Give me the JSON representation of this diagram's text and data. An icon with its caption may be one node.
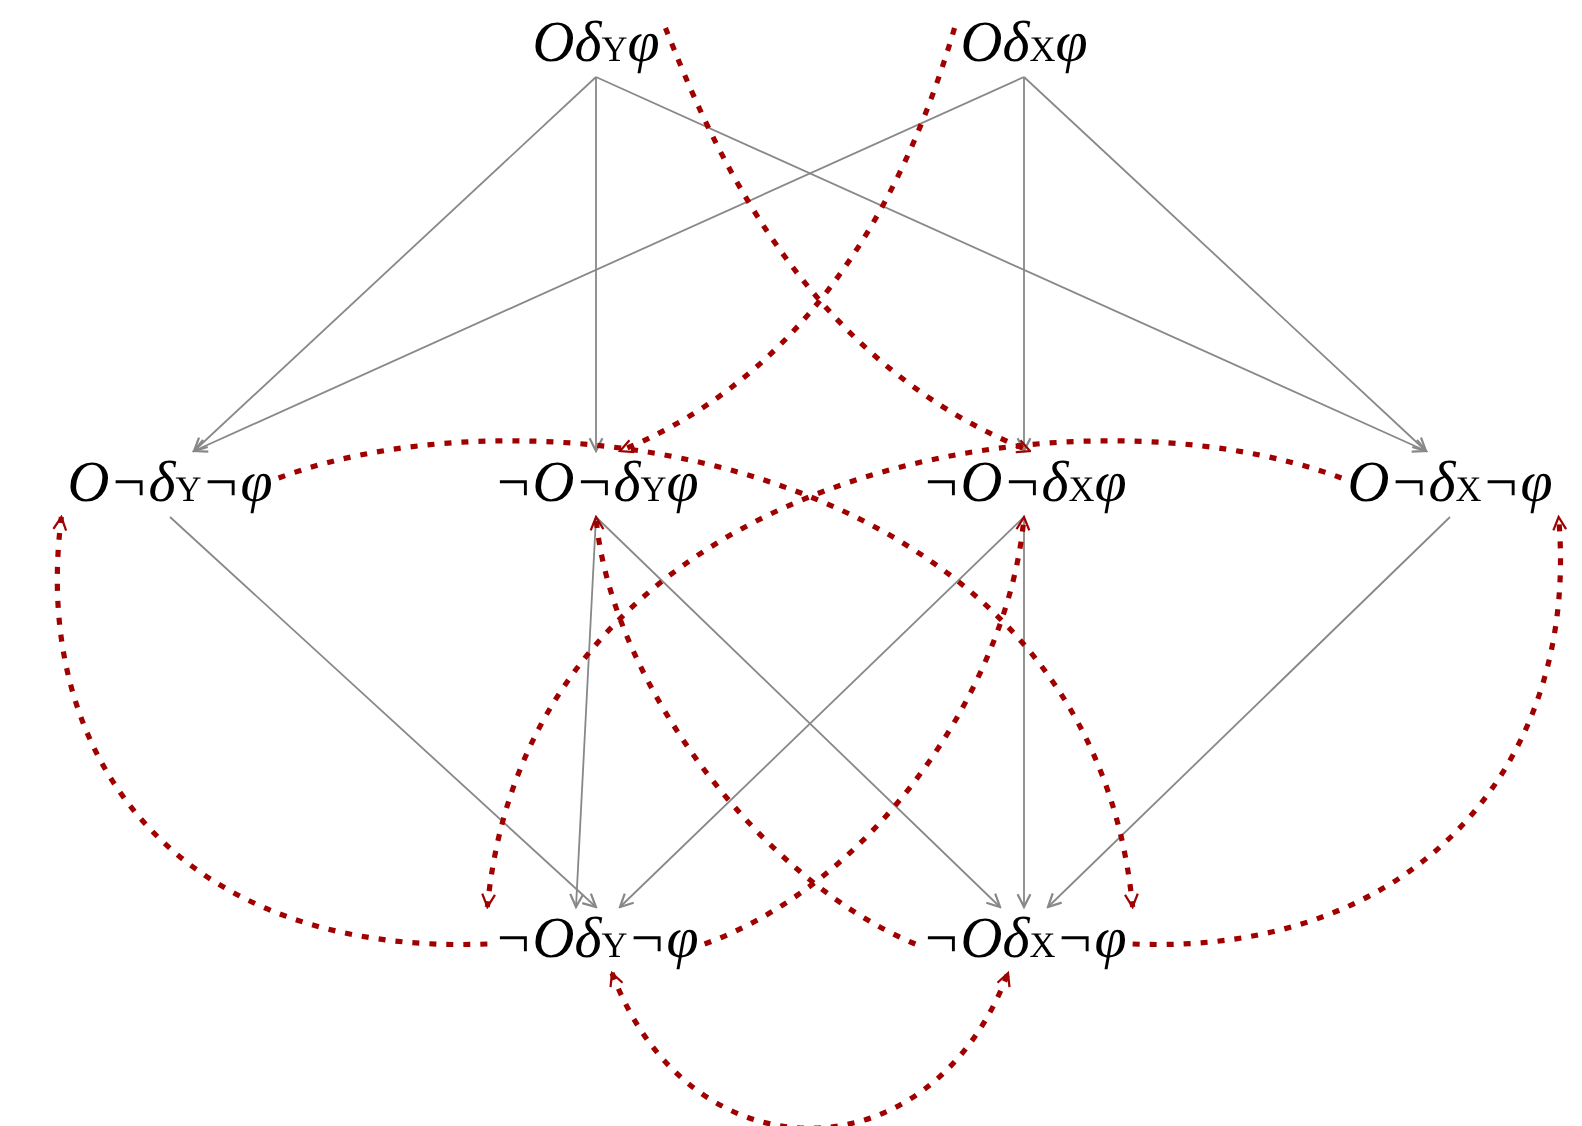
{
  "diagram": {
    "nodes": [
      {
        "text": [
          "Oδ$_{Y}$φ"
        ]
      },
      {
        "text": [
          "Oδ$_{X}$φ"
        ]
      },
      {
        "text": [
          "O¬δ$_{Y}$¬φ"
        ]
      },
      {
        "text": [
          "¬O¬δ$_{Y}$φ"
        ]
      },
      {
        "text": [
          "¬O¬δ$_{X}$φ"
        ]
      },
      {
        "text": [
          "O¬δ$_{X}$¬φ"
        ]
      },
      {
        "text": [
          "¬Oδ$_{Y}$¬φ"
        ]
      },
      {
        "text": [
          "¬Oδ$_{X}$¬φ"
        ]
      }
    ],
    "edges": [
      {
        "from": 0,
        "to": 2,
        "arrow": "to"
      },
      {
        "from": 0,
        "to": 3,
        "arrow": "to"
      },
      {
        "from": 0,
        "to": 5,
        "arrow": "to"
      },
      {
        "from": 1,
        "to": 2,
        "arrow": "to"
      },
      {
        "from": 1,
        "to": 4,
        "arrow": "to"
      },
      {
        "from": 1,
        "to": 5,
        "arrow": "to"
      },
      {
        "from": 2,
        "to": 6,
        "arrow": "to"
      },
      {
        "from": 3,
        "to": 6,
        "arrow": "to"
      },
      {
        "from": 3,
        "to": 7,
        "arrow": "to"
      },
      {
        "from": 4,
        "to": 6,
        "arrow": "to"
      },
      {
        "from": 4,
        "to": 7,
        "arrow": "to"
      },
      {
        "from": 5,
        "to": 7,
        "arrow": "to"
      },
      {
        "from": 0,
        "to": 4,
        "arrow": "to",
        "style": "dashed",
        "color": "#a00000"
      },
      {
        "from": 1,
        "to": 3,
        "arrow": "to",
        "style": "dashed",
        "color": "#a00000"
      },
      {
        "from": 2,
        "to": 7,
        "arrow": "to",
        "style": "dashed",
        "color": "#a00000"
      },
      {
        "from": 5,
        "to": 6,
        "arrow": "to",
        "style": "dashed",
        "color": "#a00000"
      },
      {
        "from": 6,
        "to": 2,
        "arrow": "to",
        "style": "dashed",
        "color": "#a00000"
      },
      {
        "from": 7,
        "to": 5,
        "arrow": "to",
        "style": "dashed",
        "color": "#a00000"
      },
      {
        "from": 6,
        "to": 4,
        "arrow": "to",
        "style": "dashed",
        "color": "#a00000"
      },
      {
        "from": 7,
        "to": 3,
        "arrow": "to",
        "style": "dashed",
        "color": "#a00000"
      },
      {
        "from": 6,
        "to": 7,
        "arrow": "both",
        "style": "dashed",
        "color": "#a00000"
      }
    ]
  }
}
